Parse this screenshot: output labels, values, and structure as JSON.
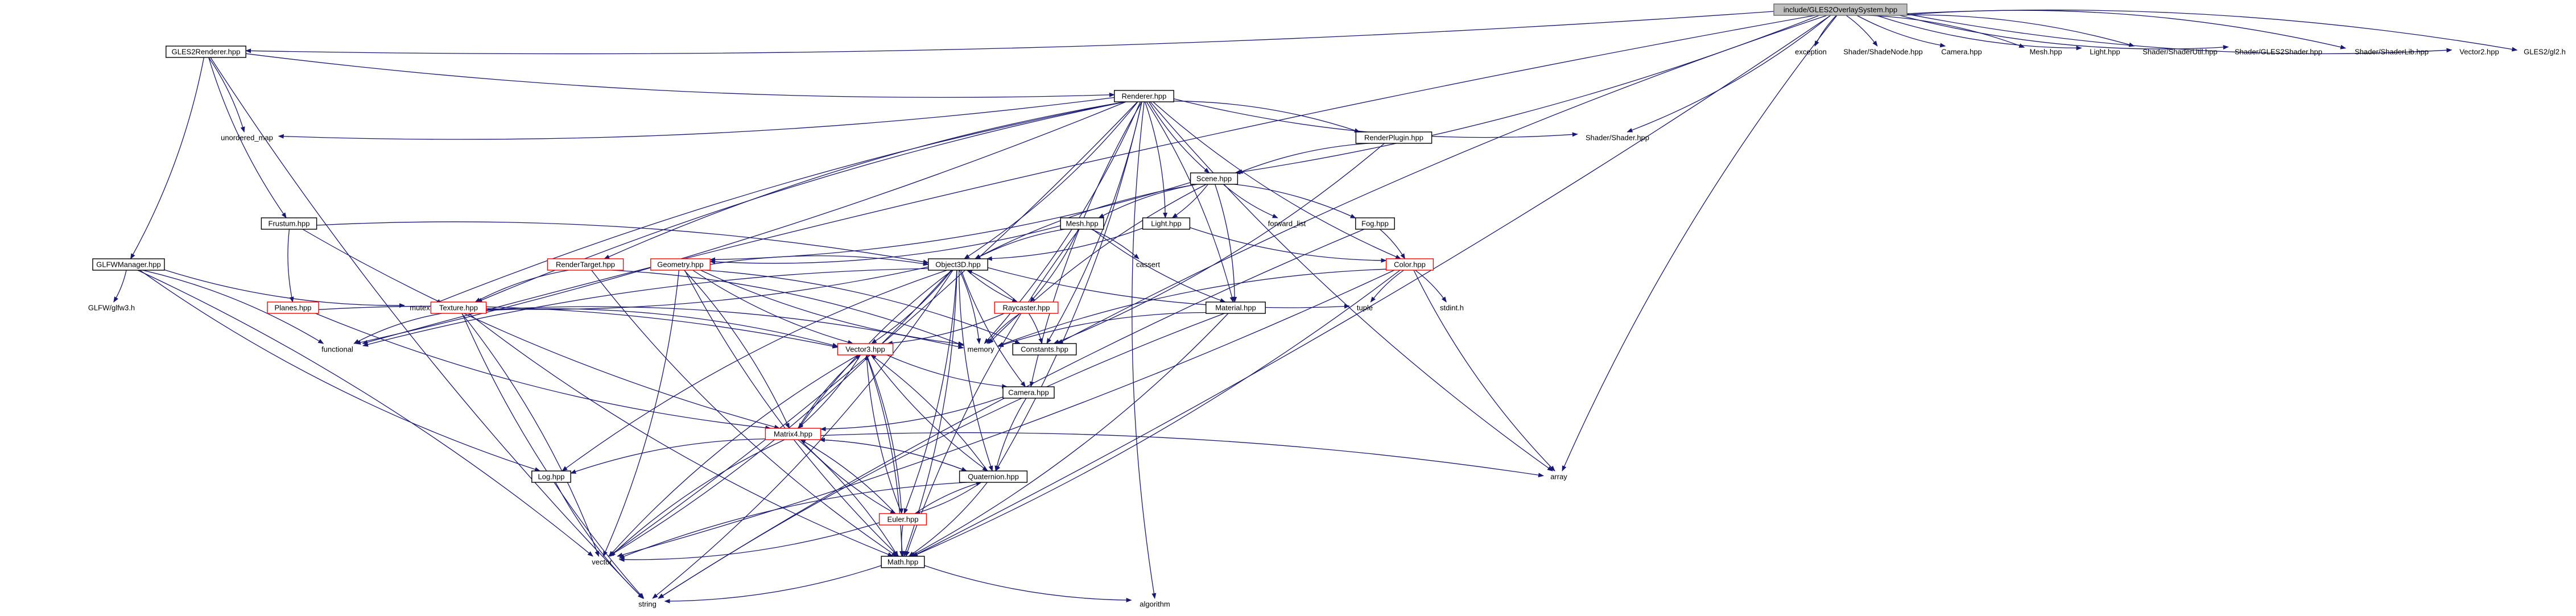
{
  "diagram": {
    "nodes": [
      {
        "id": "root",
        "label": "include/GLES2OverlaySystem.hpp",
        "kind": "root"
      },
      {
        "id": "gles2renderer",
        "label": "GLES2Renderer.hpp",
        "kind": "boxed"
      },
      {
        "id": "exception",
        "label": "exception",
        "kind": "plain"
      },
      {
        "id": "shadershadenode",
        "label": "Shader/ShadeNode.hpp",
        "kind": "plain"
      },
      {
        "id": "camera_plain",
        "label": "Camera.hpp",
        "kind": "plain"
      },
      {
        "id": "mesh_plain",
        "label": "Mesh.hpp",
        "kind": "plain"
      },
      {
        "id": "light_plain",
        "label": "Light.hpp",
        "kind": "plain"
      },
      {
        "id": "shaderutil",
        "label": "Shader/ShaderUtil.hpp",
        "kind": "plain"
      },
      {
        "id": "shadergles2",
        "label": "Shader/GLES2Shader.hpp",
        "kind": "plain"
      },
      {
        "id": "shaderlib",
        "label": "Shader/ShaderLib.hpp",
        "kind": "plain"
      },
      {
        "id": "vector2",
        "label": "Vector2.hpp",
        "kind": "plain"
      },
      {
        "id": "gl2h",
        "label": "GLES2/gl2.h",
        "kind": "plain"
      },
      {
        "id": "renderer",
        "label": "Renderer.hpp",
        "kind": "boxed"
      },
      {
        "id": "unordered_map",
        "label": "unordered_map",
        "kind": "plain"
      },
      {
        "id": "shadershader",
        "label": "Shader/Shader.hpp",
        "kind": "plain"
      },
      {
        "id": "renderplugin",
        "label": "RenderPlugin.hpp",
        "kind": "boxed"
      },
      {
        "id": "scene",
        "label": "Scene.hpp",
        "kind": "boxed"
      },
      {
        "id": "frustum",
        "label": "Frustum.hpp",
        "kind": "boxed"
      },
      {
        "id": "mesh",
        "label": "Mesh.hpp",
        "kind": "boxed"
      },
      {
        "id": "light",
        "label": "Light.hpp",
        "kind": "boxed"
      },
      {
        "id": "forward_list",
        "label": "forward_list",
        "kind": "plain"
      },
      {
        "id": "fog",
        "label": "Fog.hpp",
        "kind": "boxed"
      },
      {
        "id": "glfwmanager",
        "label": "GLFWManager.hpp",
        "kind": "boxed"
      },
      {
        "id": "rendertarget",
        "label": "RenderTarget.hpp",
        "kind": "red"
      },
      {
        "id": "geometry",
        "label": "Geometry.hpp",
        "kind": "red"
      },
      {
        "id": "object3d",
        "label": "Object3D.hpp",
        "kind": "boxed"
      },
      {
        "id": "cassert",
        "label": "cassert",
        "kind": "plain"
      },
      {
        "id": "color",
        "label": "Color.hpp",
        "kind": "red"
      },
      {
        "id": "glfwh",
        "label": "GLFW/glfw3.h",
        "kind": "plain"
      },
      {
        "id": "mutex",
        "label": "mutex",
        "kind": "plain"
      },
      {
        "id": "texture",
        "label": "Texture.hpp",
        "kind": "red"
      },
      {
        "id": "raycaster",
        "label": "Raycaster.hpp",
        "kind": "red"
      },
      {
        "id": "material",
        "label": "Material.hpp",
        "kind": "boxed"
      },
      {
        "id": "tuple",
        "label": "tuple",
        "kind": "plain"
      },
      {
        "id": "stdint",
        "label": "stdint.h",
        "kind": "plain"
      },
      {
        "id": "planes",
        "label": "Planes.hpp",
        "kind": "red"
      },
      {
        "id": "functional",
        "label": "functional",
        "kind": "plain"
      },
      {
        "id": "memory",
        "label": "memory",
        "kind": "plain"
      },
      {
        "id": "constants",
        "label": "Constants.hpp",
        "kind": "boxed"
      },
      {
        "id": "vector3",
        "label": "Vector3.hpp",
        "kind": "red"
      },
      {
        "id": "camera",
        "label": "Camera.hpp",
        "kind": "boxed"
      },
      {
        "id": "matrix4",
        "label": "Matrix4.hpp",
        "kind": "red"
      },
      {
        "id": "log",
        "label": "Log.hpp",
        "kind": "boxed"
      },
      {
        "id": "quaternion",
        "label": "Quaternion.hpp",
        "kind": "boxed"
      },
      {
        "id": "array",
        "label": "array",
        "kind": "plain"
      },
      {
        "id": "euler",
        "label": "Euler.hpp",
        "kind": "red"
      },
      {
        "id": "vector",
        "label": "vector",
        "kind": "plain"
      },
      {
        "id": "math",
        "label": "Math.hpp",
        "kind": "boxed"
      },
      {
        "id": "string",
        "label": "string",
        "kind": "plain"
      },
      {
        "id": "algorithm",
        "label": "algorithm",
        "kind": "plain"
      }
    ],
    "edges": [
      [
        "root",
        "gles2renderer"
      ],
      [
        "root",
        "exception"
      ],
      [
        "root",
        "shadershadenode"
      ],
      [
        "root",
        "camera_plain"
      ],
      [
        "root",
        "mesh_plain"
      ],
      [
        "root",
        "light_plain"
      ],
      [
        "root",
        "shaderutil"
      ],
      [
        "root",
        "shadergles2"
      ],
      [
        "root",
        "shaderlib"
      ],
      [
        "root",
        "vector2"
      ],
      [
        "root",
        "gl2h"
      ],
      [
        "root",
        "functional"
      ],
      [
        "root",
        "scene"
      ],
      [
        "root",
        "constants"
      ],
      [
        "root",
        "shadershader"
      ],
      [
        "root",
        "array"
      ],
      [
        "root",
        "math"
      ],
      [
        "gles2renderer",
        "renderer"
      ],
      [
        "gles2renderer",
        "unordered_map"
      ],
      [
        "gles2renderer",
        "frustum"
      ],
      [
        "gles2renderer",
        "glfwmanager"
      ],
      [
        "gles2renderer",
        "string"
      ],
      [
        "renderer",
        "unordered_map"
      ],
      [
        "renderer",
        "shadershader"
      ],
      [
        "renderer",
        "renderplugin"
      ],
      [
        "renderer",
        "scene"
      ],
      [
        "renderer",
        "light"
      ],
      [
        "renderer",
        "rendertarget"
      ],
      [
        "renderer",
        "object3d"
      ],
      [
        "renderer",
        "mutex"
      ],
      [
        "renderer",
        "functional"
      ],
      [
        "renderer",
        "texture"
      ],
      [
        "renderer",
        "material"
      ],
      [
        "renderer",
        "color"
      ],
      [
        "renderer",
        "memory"
      ],
      [
        "renderer",
        "camera"
      ],
      [
        "renderer",
        "quaternion"
      ],
      [
        "renderer",
        "array"
      ],
      [
        "renderer",
        "vector"
      ],
      [
        "renderer",
        "algorithm"
      ],
      [
        "renderer",
        "constants"
      ],
      [
        "renderplugin",
        "scene"
      ],
      [
        "renderplugin",
        "constants"
      ],
      [
        "scene",
        "mesh"
      ],
      [
        "scene",
        "light"
      ],
      [
        "scene",
        "forward_list"
      ],
      [
        "scene",
        "fog"
      ],
      [
        "scene",
        "object3d"
      ],
      [
        "scene",
        "material"
      ],
      [
        "scene",
        "memory"
      ],
      [
        "scene",
        "geometry"
      ],
      [
        "frustum",
        "planes"
      ],
      [
        "frustum",
        "object3d"
      ],
      [
        "frustum",
        "matrix4"
      ],
      [
        "mesh",
        "geometry"
      ],
      [
        "mesh",
        "object3d"
      ],
      [
        "mesh",
        "cassert"
      ],
      [
        "mesh",
        "material"
      ],
      [
        "mesh",
        "raycaster"
      ],
      [
        "mesh",
        "math"
      ],
      [
        "light",
        "object3d"
      ],
      [
        "light",
        "color"
      ],
      [
        "fog",
        "color"
      ],
      [
        "fog",
        "string"
      ],
      [
        "glfwmanager",
        "glfwh"
      ],
      [
        "glfwmanager",
        "mutex"
      ],
      [
        "glfwmanager",
        "functional"
      ],
      [
        "glfwmanager",
        "log"
      ],
      [
        "glfwmanager",
        "vector"
      ],
      [
        "rendertarget",
        "texture"
      ],
      [
        "rendertarget",
        "memory"
      ],
      [
        "rendertarget",
        "math"
      ],
      [
        "geometry",
        "object3d"
      ],
      [
        "geometry",
        "vector3"
      ],
      [
        "geometry",
        "matrix4"
      ],
      [
        "geometry",
        "memory"
      ],
      [
        "geometry",
        "vector"
      ],
      [
        "geometry",
        "math"
      ],
      [
        "geometry",
        "constants"
      ],
      [
        "object3d",
        "raycaster"
      ],
      [
        "object3d",
        "vector3"
      ],
      [
        "object3d",
        "matrix4"
      ],
      [
        "object3d",
        "euler"
      ],
      [
        "object3d",
        "quaternion"
      ],
      [
        "object3d",
        "memory"
      ],
      [
        "object3d",
        "functional"
      ],
      [
        "object3d",
        "mutex"
      ],
      [
        "object3d",
        "tuple"
      ],
      [
        "object3d",
        "string"
      ],
      [
        "object3d",
        "log"
      ],
      [
        "object3d",
        "vector"
      ],
      [
        "object3d",
        "camera"
      ],
      [
        "object3d",
        "math"
      ],
      [
        "color",
        "tuple"
      ],
      [
        "color",
        "stdint"
      ],
      [
        "color",
        "array"
      ],
      [
        "color",
        "math"
      ],
      [
        "color",
        "memory"
      ],
      [
        "color",
        "vector"
      ],
      [
        "texture",
        "functional"
      ],
      [
        "texture",
        "vector"
      ],
      [
        "texture",
        "string"
      ],
      [
        "texture",
        "memory"
      ],
      [
        "texture",
        "math"
      ],
      [
        "texture",
        "vector3"
      ],
      [
        "raycaster",
        "object3d"
      ],
      [
        "raycaster",
        "vector3"
      ],
      [
        "raycaster",
        "memory"
      ],
      [
        "raycaster",
        "constants"
      ],
      [
        "material",
        "memory"
      ],
      [
        "material",
        "math"
      ],
      [
        "material",
        "string"
      ],
      [
        "planes",
        "vector3"
      ],
      [
        "planes",
        "matrix4"
      ],
      [
        "vector3",
        "matrix4"
      ],
      [
        "vector3",
        "camera"
      ],
      [
        "vector3",
        "euler"
      ],
      [
        "vector3",
        "quaternion"
      ],
      [
        "vector3",
        "math"
      ],
      [
        "vector3",
        "vector"
      ],
      [
        "camera",
        "matrix4"
      ],
      [
        "camera",
        "quaternion"
      ],
      [
        "matrix4",
        "vector3"
      ],
      [
        "matrix4",
        "euler"
      ],
      [
        "matrix4",
        "quaternion"
      ],
      [
        "matrix4",
        "log"
      ],
      [
        "matrix4",
        "array"
      ],
      [
        "matrix4",
        "vector"
      ],
      [
        "matrix4",
        "math"
      ],
      [
        "quaternion",
        "vector3"
      ],
      [
        "quaternion",
        "euler"
      ],
      [
        "quaternion",
        "matrix4"
      ],
      [
        "quaternion",
        "math"
      ],
      [
        "quaternion",
        "vector"
      ],
      [
        "euler",
        "vector3"
      ],
      [
        "euler",
        "matrix4"
      ],
      [
        "euler",
        "quaternion"
      ],
      [
        "euler",
        "math"
      ],
      [
        "euler",
        "vector"
      ],
      [
        "log",
        "string"
      ],
      [
        "math",
        "string"
      ],
      [
        "math",
        "algorithm"
      ]
    ]
  }
}
